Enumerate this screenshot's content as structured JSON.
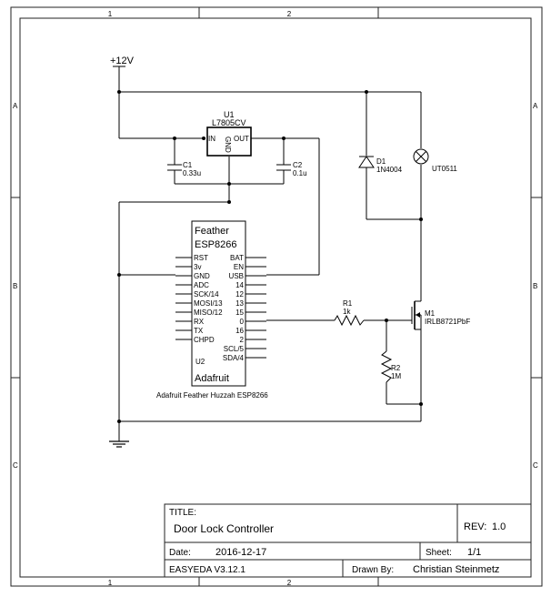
{
  "frame": {
    "col_labels": [
      "1",
      "2"
    ],
    "row_labels": [
      "A",
      "B",
      "C"
    ]
  },
  "power": {
    "label": "+12V"
  },
  "u1": {
    "ref": "U1",
    "part": "L7805CV",
    "pin_in": "IN",
    "pin_out": "OUT",
    "pin_gnd": "GND"
  },
  "c1": {
    "ref": "C1",
    "value": "0.33u"
  },
  "c2": {
    "ref": "C2",
    "value": "0.1u"
  },
  "d1": {
    "ref": "D1",
    "part": "1N4004"
  },
  "lamp": {
    "label": "UT0511"
  },
  "u2": {
    "title1": "Feather",
    "title2": "ESP8266",
    "ref": "U2",
    "brand": "Adafruit",
    "caption": "Adafruit Feather Huzzah ESP8266",
    "left_pins": [
      "RST",
      "3v",
      "GND",
      "ADC",
      "SCK/14",
      "MOSI/13",
      "MISO/12",
      "RX",
      "TX",
      "CHPD"
    ],
    "right_pins": [
      "BAT",
      "EN",
      "USB",
      "14",
      "12",
      "13",
      "15",
      "0",
      "16",
      "2",
      "SCL/5",
      "SDA/4"
    ]
  },
  "r1": {
    "ref": "R1",
    "value": "1k"
  },
  "r2": {
    "ref": "R2",
    "value": "1M"
  },
  "m1": {
    "ref": "M1",
    "part": "IRLB8721PbF"
  },
  "titleblock": {
    "title_label": "TITLE:",
    "title": "Door Lock Controller",
    "rev_label": "REV:",
    "rev": "1.0",
    "date_label": "Date:",
    "date": "2016-12-17",
    "sheet_label": "Sheet:",
    "sheet": "1/1",
    "tool": "EASYEDA V3.12.1",
    "drawn_label": "Drawn By:",
    "drawn_by": "Christian Steinmetz"
  }
}
